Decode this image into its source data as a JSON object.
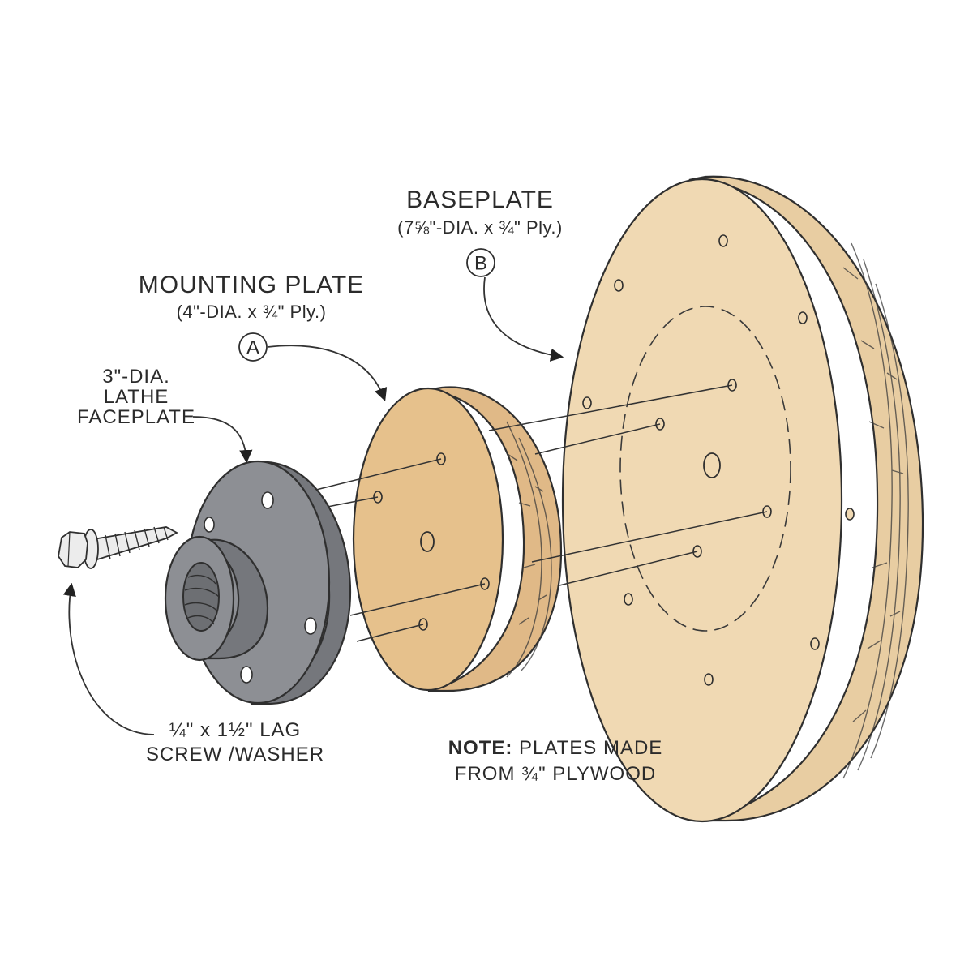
{
  "labels": {
    "baseplate_title": "BASEPLATE",
    "baseplate_spec": "(7⅝\"-DIA. x ¾\" Ply.)",
    "baseplate_badge": "B",
    "mounting_title": "MOUNTING PLATE",
    "mounting_spec": "(4\"-DIA. x ¾\" Ply.)",
    "mounting_badge": "A",
    "faceplate_line1": "3\"-DIA.",
    "faceplate_line2": "LATHE",
    "faceplate_line3": "FACEPLATE",
    "lag_line1": "¼\" x 1½\" LAG",
    "lag_line2": "SCREW /WASHER",
    "note_bold": "NOTE:",
    "note_line1": " PLATES MADE",
    "note_line2": "FROM ¾\" PLYWOOD"
  },
  "colors": {
    "wood_face": "#f0d9b3",
    "wood_edge": "#e8cda2",
    "wood_small_face": "#e6c18c",
    "wood_small_edge": "#e0b987",
    "metal": "#8d8f94",
    "metal_dark": "#75777c",
    "bolt": "#ececec",
    "ink": "#2f2f2f"
  }
}
